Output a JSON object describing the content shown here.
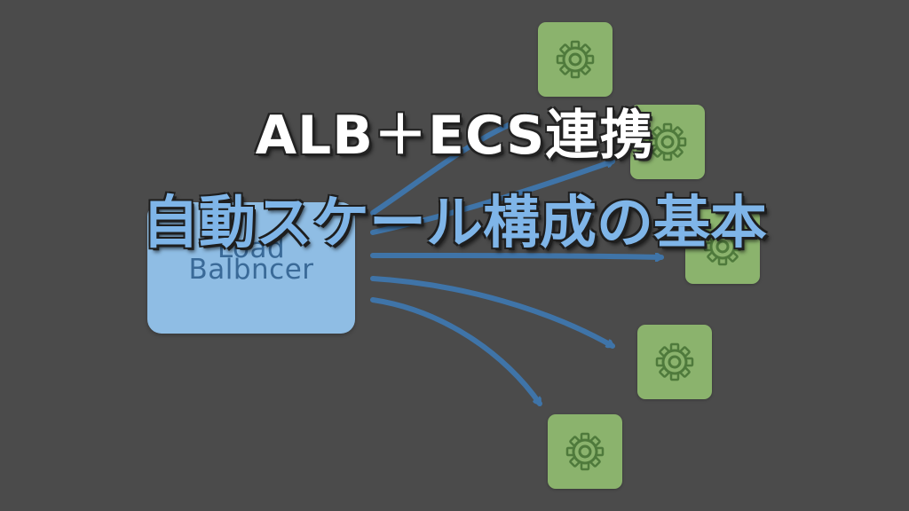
{
  "load_balancer": {
    "line1": "Load",
    "line2": "Balbncer",
    "color": "#8fbde4",
    "text_color": "#3a6a98"
  },
  "tasks": {
    "icon": "gear-icon",
    "color": "#8bb36d",
    "icon_color": "#4f7a3c"
  },
  "arrows": {
    "color": "#3f74a8"
  },
  "title": {
    "line1": "ALB＋ECS連携",
    "line2": "自動スケール構成の基本",
    "line1_color": "#ffffff",
    "line2_color": "#7fb5e8"
  },
  "background": "#4b4b4b"
}
